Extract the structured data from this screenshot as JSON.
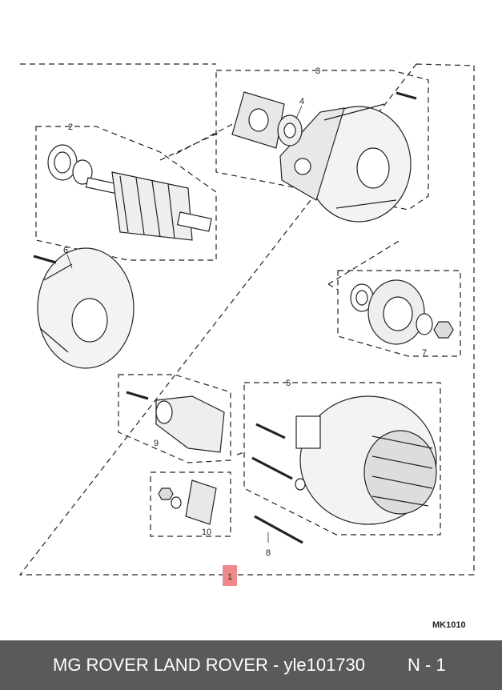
{
  "diagram": {
    "callouts": {
      "c1": "1",
      "c2": "2",
      "c3": "3",
      "c4": "4",
      "c5": "5",
      "c6": "6",
      "c7": "7",
      "c8": "8",
      "c9": "9",
      "c10": "10"
    },
    "highlight_color": "#f08a8a",
    "ref_code": "MK1010"
  },
  "footer": {
    "title": "MG ROVER LAND ROVER - yle101730",
    "page": "N - 1",
    "background": "#5a5a5a"
  }
}
